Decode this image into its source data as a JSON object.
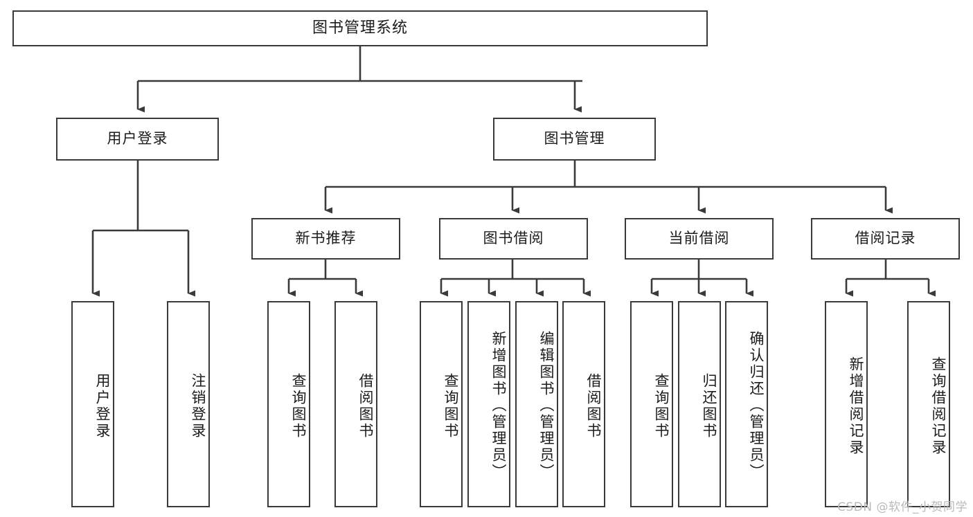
{
  "diagram": {
    "title": "图书管理系统",
    "type": "function-structure-tree",
    "root": {
      "label": "图书管理系统"
    },
    "level2": [
      {
        "label": "用户登录"
      },
      {
        "label": "图书管理"
      }
    ],
    "level3": [
      {
        "label": "新书推荐"
      },
      {
        "label": "图书借阅"
      },
      {
        "label": "当前借阅"
      },
      {
        "label": "借阅记录"
      }
    ],
    "leaves": {
      "user_login": [
        {
          "label": "用户登录"
        },
        {
          "label": "注销登录"
        }
      ],
      "new_book_recommend": [
        {
          "label": "查询图书"
        },
        {
          "label": "借阅图书"
        }
      ],
      "book_borrow": [
        {
          "label": "查询图书"
        },
        {
          "label": "新增图书（管理员）"
        },
        {
          "label": "编辑图书（管理员）"
        },
        {
          "label": "借阅图书"
        }
      ],
      "current_borrow": [
        {
          "label": "查询图书"
        },
        {
          "label": "归还图书"
        },
        {
          "label": "确认归还（管理员）"
        }
      ],
      "borrow_record": [
        {
          "label": "新增借阅记录"
        },
        {
          "label": "查询借阅记录"
        }
      ]
    }
  },
  "watermark": {
    "text": "CSDN @软件_小贺同学"
  },
  "colors": {
    "stroke": "#3a3a3a",
    "fill": "#ffffff",
    "text": "#1b1b1b",
    "watermark": "#b9b9b9"
  }
}
